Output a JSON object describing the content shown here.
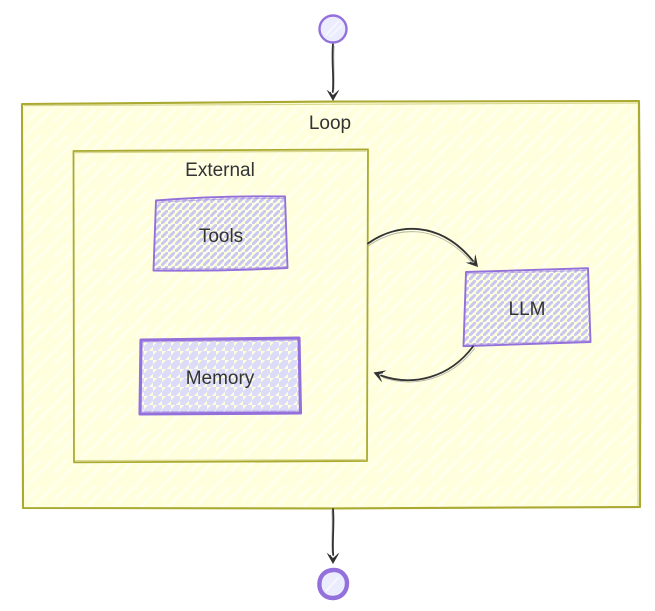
{
  "diagram": {
    "type": "flowchart",
    "style": "hand-drawn",
    "direction": "top-down",
    "nodes": {
      "start": {
        "label": "",
        "shape": "circle"
      },
      "loop": {
        "label": "Loop",
        "shape": "subgraph"
      },
      "external": {
        "label": "External",
        "shape": "subgraph",
        "parent": "loop"
      },
      "tools": {
        "label": "Tools",
        "shape": "rect",
        "parent": "external"
      },
      "memory": {
        "label": "Memory",
        "shape": "rect",
        "parent": "external"
      },
      "llm": {
        "label": "LLM",
        "shape": "rect",
        "parent": "loop"
      },
      "end": {
        "label": "",
        "shape": "circle"
      }
    },
    "edges": [
      {
        "from": "start",
        "to": "loop"
      },
      {
        "from": "external",
        "to": "llm"
      },
      {
        "from": "llm",
        "to": "external"
      },
      {
        "from": "loop",
        "to": "end"
      }
    ],
    "colors": {
      "background": "#ffffff",
      "cluster_border": "#aaaa33",
      "cluster_fill": "#ffffde",
      "node_border": "#9370DB",
      "node_fill": "#ECECFF",
      "node_hatch": "#c9c9f0",
      "node_fill_dense": "#dcdcf8",
      "edge": "#333333",
      "text": "#333333"
    }
  }
}
